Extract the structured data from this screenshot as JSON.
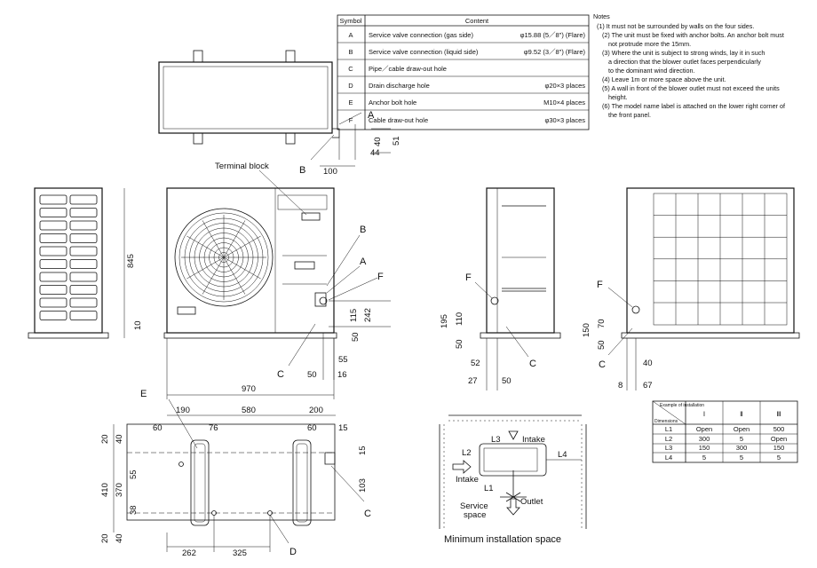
{
  "symbol_table": {
    "headers": [
      "Symbol",
      "Content"
    ],
    "rows": [
      {
        "symbol": "A",
        "content": "Service valve connection (gas side)",
        "spec": "φ15.88 (5／8\") (Flare)"
      },
      {
        "symbol": "B",
        "content": "Service valve connection (liquid side)",
        "spec": "φ9.52 (3／8\") (Flare)"
      },
      {
        "symbol": "C",
        "content": "Pipe／cable draw-out hole",
        "spec": ""
      },
      {
        "symbol": "D",
        "content": "Drain discharge hole",
        "spec": "φ20×3 places"
      },
      {
        "symbol": "E",
        "content": "Anchor bolt hole",
        "spec": "M10×4 places"
      },
      {
        "symbol": "F",
        "content": "Cable draw-out hole",
        "spec": "φ30×3 places"
      }
    ]
  },
  "notes": {
    "title": "Notes",
    "lines": [
      "(1) It must not be surrounded by walls on the four sides.",
      "(2) The unit must be fixed with anchor bolts. An anchor bolt must",
      "not protrude more the 15mm.",
      "(3) Where the unit is subject to strong winds, lay it in such",
      "a direction that the blower outlet faces perpendicularly",
      "to the dominant wind direction.",
      "(4) Leave 1m or more space above the unit.",
      "(5) A wall in front of the blower outlet must not exceed the units",
      "height.",
      "(6) The model name label is attached on the lower right corner of",
      "the front panel."
    ]
  },
  "top_view": {
    "labels": [
      "A",
      "B"
    ],
    "dims": [
      "40",
      "44",
      "51",
      "100"
    ]
  },
  "front_view": {
    "terminal_label": "Terminal block",
    "labels": [
      "B",
      "A",
      "F",
      "C"
    ],
    "dims": {
      "height": "845",
      "foot": "10",
      "d115": "115",
      "d242": "242",
      "d50": "50",
      "d55": "55",
      "d50b": "50",
      "d16": "16",
      "width": "970"
    }
  },
  "side_view": {
    "labels": [
      "F",
      "C"
    ],
    "dims": [
      "195",
      "110",
      "50",
      "52",
      "27",
      "50"
    ]
  },
  "rear_view": {
    "labels": [
      "F",
      "C"
    ],
    "dims": [
      "150",
      "70",
      "50",
      "40",
      "8",
      "67"
    ]
  },
  "base_view": {
    "labels": [
      "E",
      "C",
      "D"
    ],
    "dims": {
      "d190": "190",
      "d580": "580",
      "d200": "200",
      "d60a": "60",
      "d76": "76",
      "d60b": "60",
      "d15a": "15",
      "d15b": "15",
      "d20a": "20",
      "d40a": "40",
      "d55": "55",
      "d410": "410",
      "d370": "370",
      "d38": "38",
      "d103": "103",
      "d20b": "20",
      "d40b": "40",
      "d262": "262",
      "d325": "325"
    }
  },
  "install_space": {
    "caption": "Minimum installation space",
    "labels": {
      "l1": "L1",
      "l2": "L2",
      "l3": "L3",
      "l4": "L4",
      "intake1": "Intake",
      "intake2": "Intake",
      "outlet": "Outlet",
      "service1": "Service",
      "service2": "space"
    }
  },
  "space_table": {
    "corner_top": "Example of installation",
    "corner_bottom": "Dimensions",
    "columns": [
      "Ⅰ",
      "Ⅱ",
      "Ⅲ"
    ],
    "rows": [
      {
        "label": "L1",
        "values": [
          "Open",
          "Open",
          "500"
        ]
      },
      {
        "label": "L2",
        "values": [
          "300",
          "5",
          "Open"
        ]
      },
      {
        "label": "L3",
        "values": [
          "150",
          "300",
          "150"
        ]
      },
      {
        "label": "L4",
        "values": [
          "5",
          "5",
          "5"
        ]
      }
    ]
  }
}
